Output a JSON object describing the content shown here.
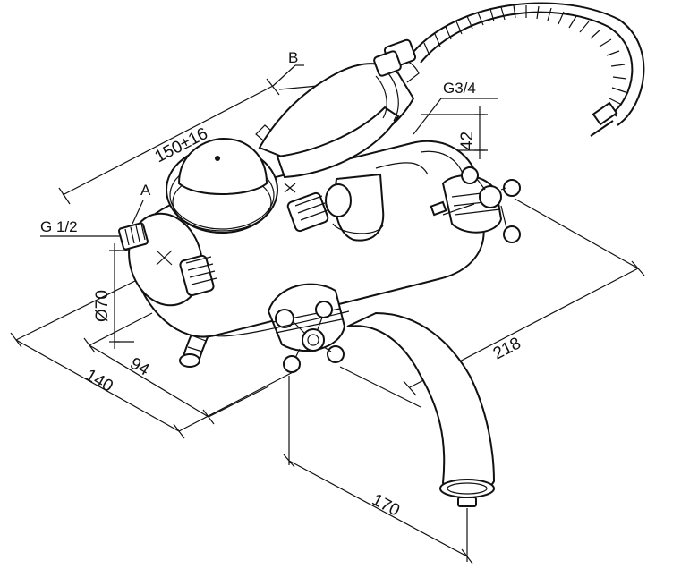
{
  "dimensions": {
    "hose_connection_offset": "150±16",
    "height_42": "42",
    "length_218": "218",
    "diameter_70": "Ø70",
    "width_140": "140",
    "depth_94": "94",
    "spout_170": "170"
  },
  "labels": {
    "a": "A",
    "b": "B",
    "g_half": "G 1/2",
    "g_three_quarter": "G3/4"
  },
  "colors": {
    "line": "#111111",
    "background": "#ffffff"
  }
}
